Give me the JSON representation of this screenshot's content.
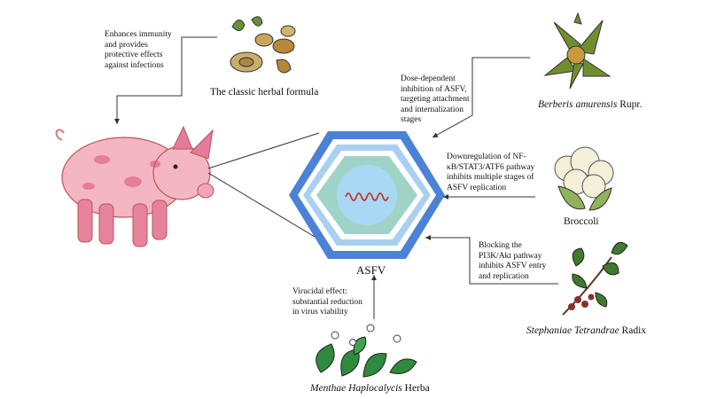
{
  "center": {
    "label": "ASFV"
  },
  "herbal_formula": {
    "caption": "The classic herbal formula",
    "effect": "Enhances immunity\nand provides\nprotective effects\nagainst infections"
  },
  "berberis": {
    "caption_italic": "Berberis amurensis",
    "caption_rest": " Rupr.",
    "effect": "Dose-dependent\ninhibition of ASFV,\ntargeting attachment\nand internalization\n        stages"
  },
  "broccoli": {
    "caption": "Broccoli",
    "effect": "Downregulation of NF-\nκB/STAT3/ATF6 pathway\ninhibits multiple stages of\nASFV replication"
  },
  "stephaniae": {
    "caption_italic": "Stephaniae Tetrandrae",
    "caption_rest": " Radix",
    "effect": "Blocking the\nPI3K/Akt pathway\ninhibits ASFV entry\nand replication"
  },
  "menthae": {
    "caption_italic": "Menthae Haplocalycis",
    "caption_rest": " Herba",
    "effect": "Virucidal effect:\nsubstantial reduction\nin virus viability"
  },
  "colors": {
    "hex_outer": "#4b82d6",
    "hex_ring": "#a9d0f0",
    "hex_fill": "#9fd3c7",
    "core": "#a9d8f5",
    "rna": "#c0392b",
    "pig": "#f4b6c2",
    "pig_spots": "#d9507a"
  }
}
